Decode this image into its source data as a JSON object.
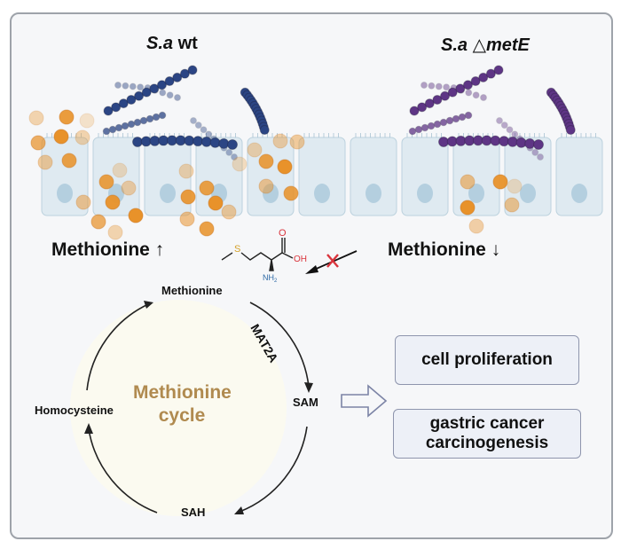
{
  "panels": {
    "left_title_species": "S.a",
    "left_title_strain": " wt",
    "right_title_species": "S.a ",
    "right_title_delta": "△",
    "right_title_gene": "metE"
  },
  "methionine_levels": {
    "left": "Methionine ↑",
    "right": "Methionine ↓"
  },
  "molecule": {
    "sulfur": "S",
    "hydroxyl": "OH",
    "oxygen": "O",
    "amine": "NH",
    "amine_sub": "2"
  },
  "cycle": {
    "center_line1": "Methionine",
    "center_line2": "cycle",
    "nodes": {
      "top": "Methionine",
      "right": "SAM",
      "bottom": "SAH",
      "left": "Homocysteine"
    },
    "enzyme": "MAT2A"
  },
  "outcomes": [
    {
      "label": "cell proliferation"
    },
    {
      "line1": "gastric cancer",
      "line2": "carcinogenesis"
    }
  ],
  "colors": {
    "wt_bacteria": "#2b4584",
    "mutant_bacteria": "#5e3585",
    "methionine_dots": "#e8922a",
    "cell_fill": "#d7e6ee",
    "cycle_text": "#b08a4f",
    "inhibition_x": "#d9343c"
  }
}
